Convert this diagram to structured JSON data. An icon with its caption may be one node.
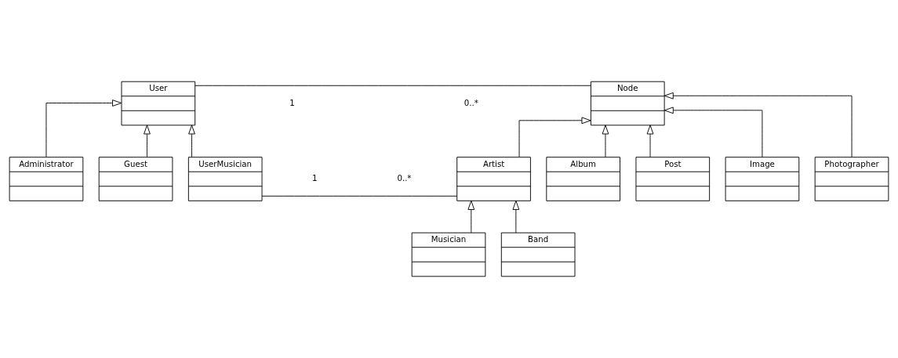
{
  "diagram": {
    "nodes": [
      {
        "text": [
          "User"
        ]
      },
      {
        "text": [
          "Node"
        ]
      },
      {
        "text": [
          "Administrator"
        ]
      },
      {
        "text": [
          "Guest"
        ]
      },
      {
        "text": [
          "UserMusician"
        ]
      },
      {
        "text": [
          "Artist"
        ]
      },
      {
        "text": [
          "Album"
        ]
      },
      {
        "text": [
          "Post"
        ]
      },
      {
        "text": [
          "Image"
        ]
      },
      {
        "text": [
          "Photographer"
        ]
      },
      {
        "text": [
          "Musician"
        ]
      },
      {
        "text": [
          "Band"
        ]
      }
    ],
    "edges": [
      {
        "from": 0,
        "to": 1,
        "arrow": "none"
      },
      {
        "from": 2,
        "to": 0,
        "arrow": "to"
      },
      {
        "from": 3,
        "to": 0,
        "arrow": "to"
      },
      {
        "from": 4,
        "to": 0,
        "arrow": "to"
      },
      {
        "from": 5,
        "to": 1,
        "arrow": "to"
      },
      {
        "from": 6,
        "to": 1,
        "arrow": "to"
      },
      {
        "from": 7,
        "to": 1,
        "arrow": "to"
      },
      {
        "from": 8,
        "to": 1,
        "arrow": "to"
      },
      {
        "from": 9,
        "to": 1,
        "arrow": "to"
      },
      {
        "from": 4,
        "to": 5,
        "arrow": "none"
      },
      {
        "from": 10,
        "to": 5,
        "arrow": "to"
      },
      {
        "from": 11,
        "to": 5,
        "arrow": "to"
      }
    ],
    "labels": [
      "1",
      "0..*",
      "1",
      "0..*"
    ]
  }
}
